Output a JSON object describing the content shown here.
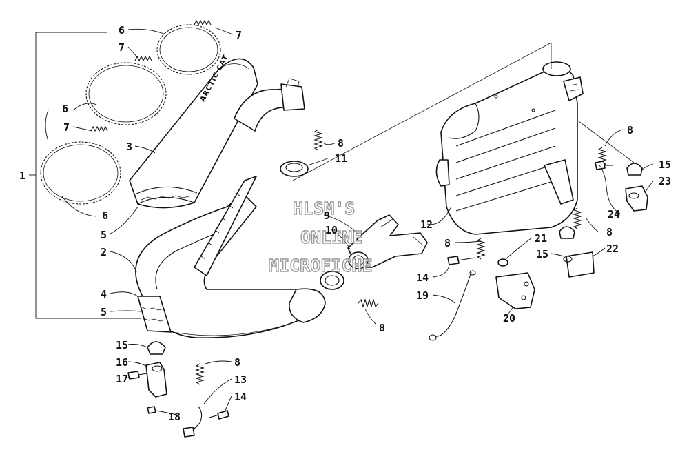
{
  "brand_text": "ARCTIC CAT",
  "watermark": {
    "line1": "HLSM'S",
    "line2": "ONLINE",
    "line3": "MICROFICHE"
  },
  "callouts": [
    {
      "id": "c1",
      "label": "1"
    },
    {
      "id": "c2",
      "label": "2"
    },
    {
      "id": "c3",
      "label": "3"
    },
    {
      "id": "c4",
      "label": "4"
    },
    {
      "id": "c5a",
      "label": "5"
    },
    {
      "id": "c5b",
      "label": "5"
    },
    {
      "id": "c6a",
      "label": "6"
    },
    {
      "id": "c6b",
      "label": "6"
    },
    {
      "id": "c6c",
      "label": "6"
    },
    {
      "id": "c7a",
      "label": "7"
    },
    {
      "id": "c7b",
      "label": "7"
    },
    {
      "id": "c7c",
      "label": "7"
    },
    {
      "id": "c8a",
      "label": "8"
    },
    {
      "id": "c8b",
      "label": "8"
    },
    {
      "id": "c8c",
      "label": "8"
    },
    {
      "id": "c8d",
      "label": "8"
    },
    {
      "id": "c8e",
      "label": "8"
    },
    {
      "id": "c8f",
      "label": "8"
    },
    {
      "id": "c9",
      "label": "9"
    },
    {
      "id": "c10",
      "label": "10"
    },
    {
      "id": "c11",
      "label": "11"
    },
    {
      "id": "c12",
      "label": "12"
    },
    {
      "id": "c13",
      "label": "13"
    },
    {
      "id": "c14a",
      "label": "14"
    },
    {
      "id": "c14b",
      "label": "14"
    },
    {
      "id": "c15a",
      "label": "15"
    },
    {
      "id": "c15b",
      "label": "15"
    },
    {
      "id": "c15c",
      "label": "15"
    },
    {
      "id": "c16",
      "label": "16"
    },
    {
      "id": "c17",
      "label": "17"
    },
    {
      "id": "c18",
      "label": "18"
    },
    {
      "id": "c19",
      "label": "19"
    },
    {
      "id": "c20",
      "label": "20"
    },
    {
      "id": "c21",
      "label": "21"
    },
    {
      "id": "c22",
      "label": "22"
    },
    {
      "id": "c23",
      "label": "23"
    },
    {
      "id": "c24",
      "label": "24"
    }
  ]
}
